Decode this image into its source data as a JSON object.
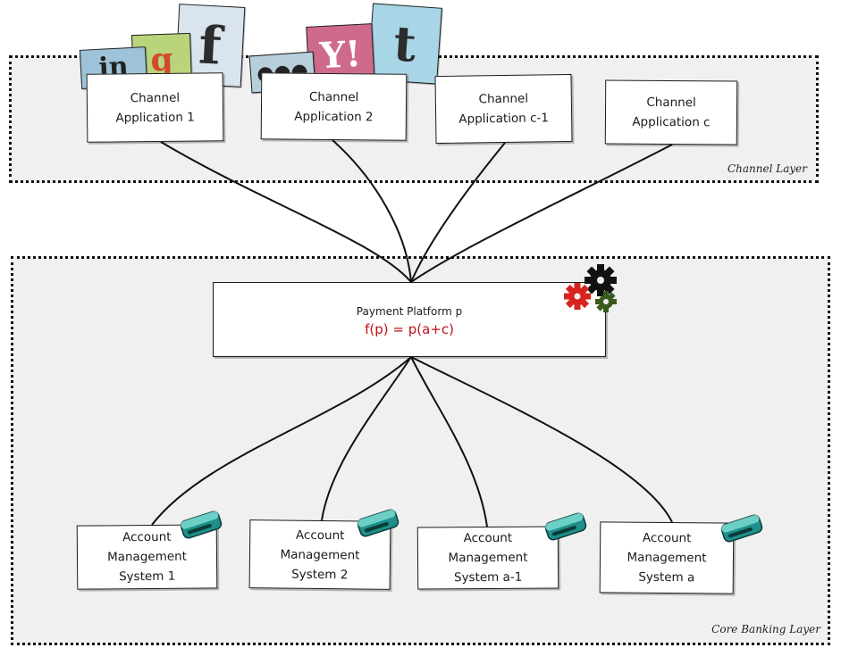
{
  "layers": {
    "channel_label": "Channel Layer",
    "core_label": "Core Banking Layer"
  },
  "channel_apps": [
    {
      "line1": "Channel",
      "line2": "Application 1"
    },
    {
      "line1": "Channel",
      "line2": "Application 2"
    },
    {
      "line1": "Channel",
      "line2": "Application c-1"
    },
    {
      "line1": "Channel",
      "line2": "Application c"
    }
  ],
  "payment_platform": {
    "title": "Payment Platform p",
    "formula": "f(p) = p(a+c)"
  },
  "account_systems": [
    {
      "line1": "Account",
      "line2": "Management",
      "line3": "System 1"
    },
    {
      "line1": "Account",
      "line2": "Management",
      "line3": "System 2"
    },
    {
      "line1": "Account",
      "line2": "Management",
      "line3": "System a-1"
    },
    {
      "line1": "Account",
      "line2": "Management",
      "line3": "System a"
    }
  ],
  "icons": {
    "social_group_1": [
      "linkedin-icon",
      "google-plus-icon",
      "facebook-icon"
    ],
    "social_group_2": [
      "myspace-icon",
      "yahoo-icon",
      "twitter-icon"
    ],
    "platform": "gears-icon",
    "system": "disk-drive-icon"
  },
  "colors": {
    "formula": "#c0121b",
    "layer_fill": "#f0f0f0",
    "disk_teal": "#1f8f8a"
  }
}
